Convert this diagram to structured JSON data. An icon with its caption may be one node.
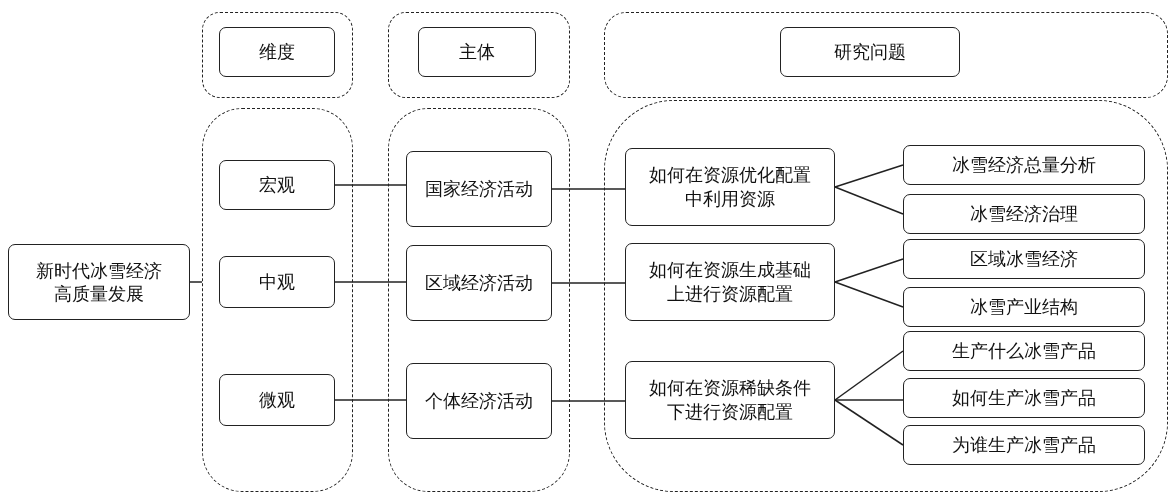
{
  "diagram": {
    "nodes": [
      {
        "text": [],
        "shape": "box"
      },
      {
        "text": [
          "维度"
        ],
        "in": 0
      },
      {
        "text": [],
        "shape": "box"
      },
      {
        "text": [
          "主体"
        ],
        "in": 2
      },
      {
        "text": [],
        "shape": "box"
      },
      {
        "text": [
          "研究问题"
        ],
        "in": 4
      },
      {
        "text": [
          "新时代冰雪经济高质量发展"
        ]
      },
      {
        "text": [],
        "shape": "box"
      },
      {
        "text": [
          "宏观"
        ],
        "in": 7
      },
      {
        "text": [
          "中观"
        ],
        "in": 7
      },
      {
        "text": [
          "微观"
        ],
        "in": 7
      },
      {
        "text": [],
        "shape": "box"
      },
      {
        "text": [
          "国家经济活动"
        ],
        "in": 11
      },
      {
        "text": [
          "区域经济活动"
        ],
        "in": 11
      },
      {
        "text": [
          "个体经济活动"
        ],
        "in": 11
      },
      {
        "text": [],
        "shape": "box"
      },
      {
        "text": [
          "如何在资源优化配置中利用资源"
        ],
        "in": 15
      },
      {
        "text": [
          "如何在资源生成基础上进行资源配置"
        ],
        "in": 15
      },
      {
        "text": [
          "如何在资源稀缺条件下进行资源配置"
        ],
        "in": 15
      },
      {
        "text": [
          "冰雪经济总量分析"
        ],
        "in": 15
      },
      {
        "text": [
          "冰雪经济治理"
        ],
        "in": 15
      },
      {
        "text": [
          "区域冰雪经济"
        ],
        "in": 15
      },
      {
        "text": [
          "冰雪产业结构"
        ],
        "in": 15
      },
      {
        "text": [
          "生产什么冰雪产品"
        ],
        "in": 15
      },
      {
        "text": [
          "如何生产冰雪产品"
        ],
        "in": 15
      },
      {
        "text": [
          "为谁生产冰雪产品"
        ],
        "in": 15
      }
    ],
    "edges": [
      {
        "from": 6,
        "to": 7,
        "arrow": "none"
      },
      {
        "from": 8,
        "to": 12,
        "arrow": "none"
      },
      {
        "from": 9,
        "to": 13,
        "arrow": "none"
      },
      {
        "from": 10,
        "to": 14,
        "arrow": "none"
      },
      {
        "from": 12,
        "to": 16,
        "arrow": "none"
      },
      {
        "from": 13,
        "to": 17,
        "arrow": "none"
      },
      {
        "from": 14,
        "to": 18,
        "arrow": "none"
      },
      {
        "from": 16,
        "to": 19,
        "arrow": "none"
      },
      {
        "from": 16,
        "to": 20,
        "arrow": "none"
      },
      {
        "from": 17,
        "to": 21,
        "arrow": "none"
      },
      {
        "from": 17,
        "to": 22,
        "arrow": "none"
      },
      {
        "from": 18,
        "to": 23,
        "arrow": "none"
      },
      {
        "from": 18,
        "to": 24,
        "arrow": "none"
      },
      {
        "from": 18,
        "to": 25,
        "arrow": "none"
      }
    ]
  }
}
